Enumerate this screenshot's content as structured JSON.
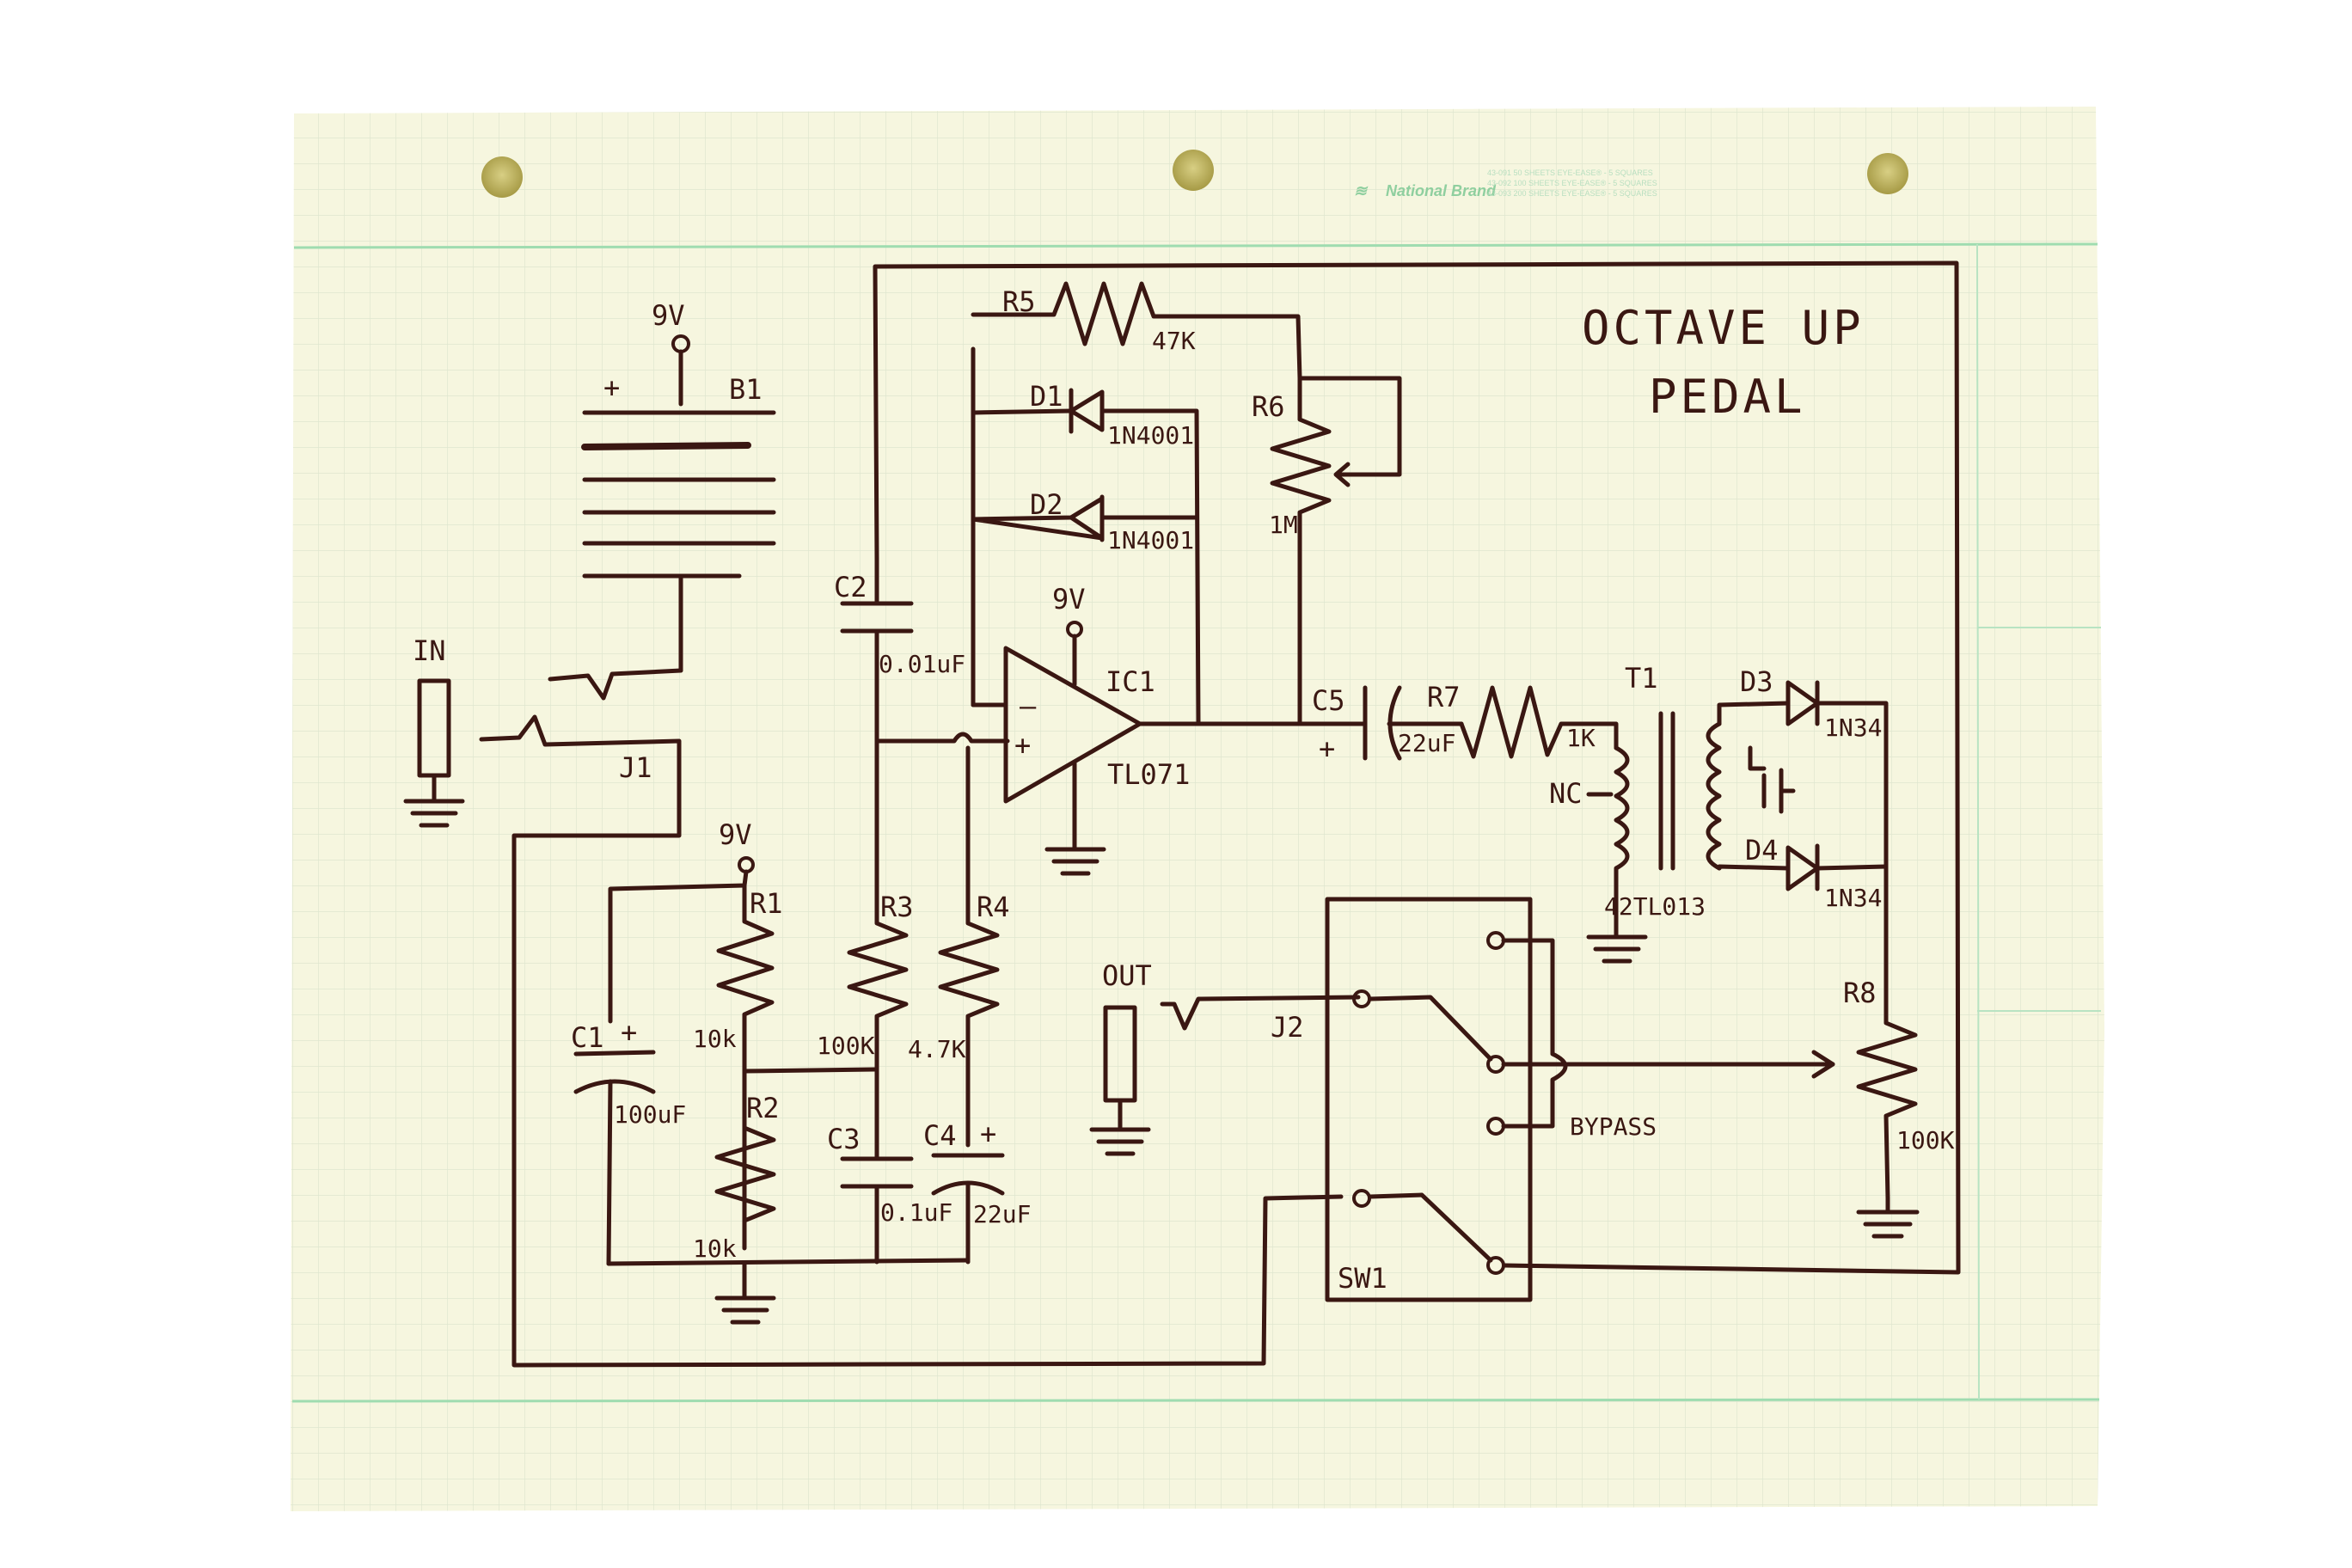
{
  "brand": {
    "name": "National Brand",
    "lines": [
      "43-091  50 SHEETS EYE-EASE® - 5 SQUARES",
      "43-092  100 SHEETS EYE-EASE® - 5 SQUARES",
      "43-093  200 SHEETS EYE-EASE® - 5 SQUARES"
    ]
  },
  "title": {
    "line1": "OCTAVE UP",
    "line2": "PEDAL"
  },
  "battery": {
    "voltage": "9V",
    "plus": "+",
    "ref": "B1"
  },
  "input": {
    "label": "IN",
    "jack": "J1"
  },
  "output": {
    "label": "OUT",
    "jack": "J2"
  },
  "bias": {
    "supply": "9V",
    "r1": "R1",
    "r1_value": "10k",
    "r2": "R2",
    "r2_value": "10k",
    "c1": "C1",
    "c1_value": "100uF",
    "c1_plus": "+"
  },
  "opamp": {
    "ref": "IC1",
    "part": "TL071",
    "supply": "9V",
    "minus": "–",
    "plus": "+"
  },
  "feedback": {
    "r5": "R5",
    "r5_value": "47K",
    "d1": "D1",
    "d1_part": "1N4001",
    "d2": "D2",
    "d2_part": "1N4001",
    "r6": "R6",
    "r6_value": "1M"
  },
  "coupling": {
    "c2": "C2",
    "c2_value": "0.01uF",
    "r3": "R3",
    "r3_value": "100K",
    "r4": "R4",
    "r4_value": "4.7K",
    "c3": "C3",
    "c3_value": "0.1uF",
    "c4": "C4",
    "c4_value": "22uF",
    "c4_plus": "+"
  },
  "rectifier": {
    "c5": "C5",
    "c5_value": "22uF",
    "c5_plus": "+",
    "r7": "R7",
    "r7_value": "1K",
    "t1": "T1",
    "t1_part": "42TL013",
    "nc": "NC",
    "d3": "D3",
    "d3_part": "1N34",
    "d4": "D4",
    "d4_part": "1N34",
    "r8": "R8",
    "r8_value": "100K"
  },
  "switch": {
    "ref": "SW1",
    "bypass": "BYPASS"
  },
  "colors": {
    "paper": "#f6f6df",
    "ink": "#3a1712",
    "grid": "#dfe6cf",
    "rule": "#9fdcb0",
    "hole": "#c4bb6a"
  }
}
